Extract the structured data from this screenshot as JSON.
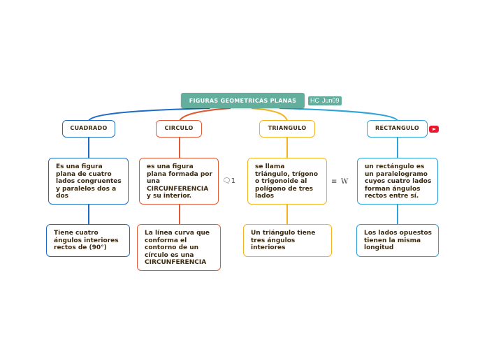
{
  "root": {
    "title": "FIGURAS GEOMETRICAS PLANAS",
    "tags": [
      "HC",
      "Jun09"
    ]
  },
  "branches": {
    "cuadrado": {
      "title": "CUADRADO",
      "definition": "Es una figura plana de cuatro lados congruentes y paralelos dos a dos",
      "detail": "Tiene cuatro ángulos interiores rectos de (90°)"
    },
    "circulo": {
      "title": "CIRCULO",
      "definition": "es una figura plana formada por una CIRCUNFERENCIA y su interior.",
      "detail": "La línea curva que conforma el contorno de un círculo es una CIRCUNFERENCIA",
      "comment_count": "1"
    },
    "triangulo": {
      "title": "TRIANGULO",
      "definition": "se llama triángulo, trígono o trigonoide al polígono de tres lados",
      "detail": "Un triángulo tiene tres ángulos interiores"
    },
    "rectangulo": {
      "title": "RECTANGULO",
      "definition": "un rectángulo es un paralelogramo cuyos cuatro lados forman ángulos rectos entre sí.",
      "detail": "Los lados opuestos tienen la misma longitud"
    }
  },
  "icons": {
    "comment": "comment-icon",
    "note": "note-icon",
    "wikipedia": "wikipedia-icon",
    "youtube": "youtube-icon"
  },
  "colors": {
    "root": "#63ae9c",
    "cuadrado": "#1f6cc4",
    "circulo": "#e05a36",
    "triangulo": "#f2b51f",
    "rectangulo": "#2ea3d8",
    "text": "#3b2a10"
  }
}
